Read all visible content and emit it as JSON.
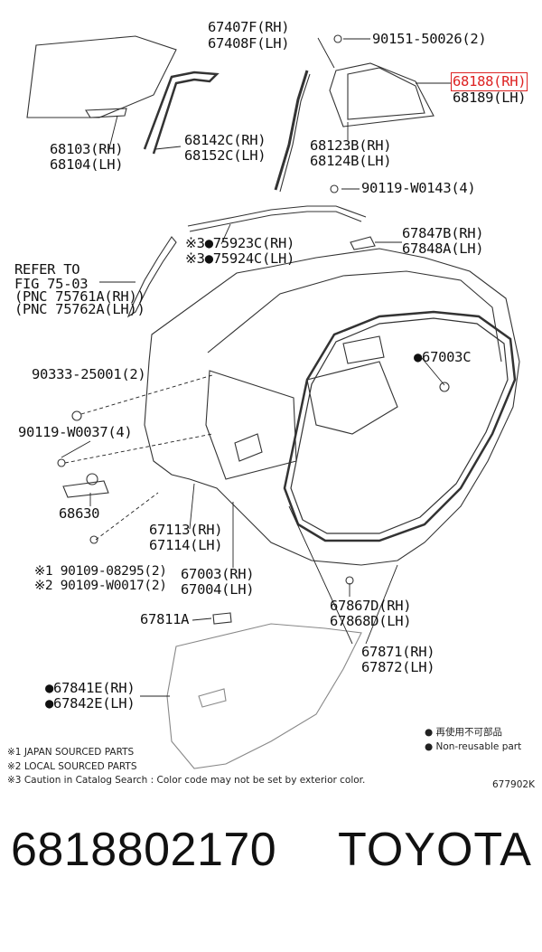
{
  "labels": {
    "p67407": "67407F(RH)",
    "p67408": "67408F(LH)",
    "p90151": "90151-50026(2)",
    "p68188": "68188(RH)",
    "p68189": "68189(LH)",
    "p68103": "68103(RH)",
    "p68104": "68104(LH)",
    "p68142": "68142C(RH)",
    "p68152": "68152C(LH)",
    "p68123": "68123B(RH)",
    "p68124": "68124B(LH)",
    "p90119a": "90119-W0143(4)",
    "p75923": "※3●75923C(RH)",
    "p75924": "※3●75924C(LH)",
    "p67847": "67847B(RH)",
    "p67848": "67848A(LH)",
    "refer1": "REFER TO",
    "refer2": "FIG 75-03",
    "refer3": "(PNC 75761A(RH))",
    "refer4": "(PNC 75762A(LH))",
    "p67003c": "●67003C",
    "p90333": "90333-25001(2)",
    "p90119b": "90119-W0037(4)",
    "p68630": "68630",
    "p67113": "67113(RH)",
    "p67114": "67114(LH)",
    "p90109a": "※1 90109-08295(2)",
    "p90109b": "※2 90109-W0017(2)",
    "p67003": "67003(RH)",
    "p67004": "67004(LH)",
    "p67867": "67867D(RH)",
    "p67868": "67868D(LH)",
    "p67811": "67811A",
    "p67871": "67871(RH)",
    "p67872": "67872(LH)",
    "p67841": "●67841E(RH)",
    "p67842": "●67842E(LH)"
  },
  "legend": {
    "nonreusable_jp": "再使用不可部品",
    "nonreusable_en": "Non-reusable part"
  },
  "notes": {
    "n1": "※1 JAPAN SOURCED PARTS",
    "n2": "※2 LOCAL SOURCED PARTS",
    "n3": "※3 Caution in Catalog Search : Color code may not be set by exterior color."
  },
  "figure_code": "677902K",
  "footer": {
    "part_number": "6818802170",
    "brand": "TOYOTA"
  },
  "colors": {
    "highlight": "#d22222",
    "line": "#222222"
  }
}
